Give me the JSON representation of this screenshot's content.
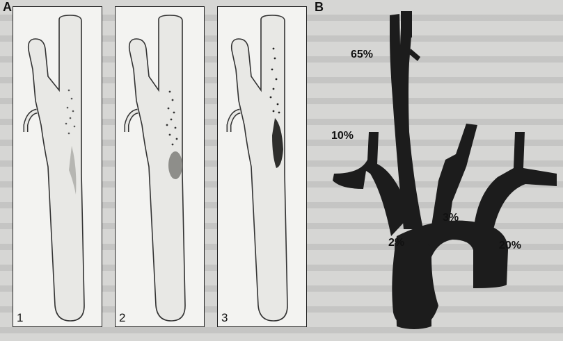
{
  "panel_a": {
    "letter": "A",
    "stages": [
      "1",
      "2",
      "3"
    ]
  },
  "panel_b": {
    "letter": "B",
    "percentages": [
      "65%",
      "10%",
      "3%",
      "2%",
      "20%"
    ]
  },
  "colors": {
    "vessel_fill": "#e8e8e5",
    "plaque": "#9a9a96",
    "plaque_dark": "#3a3a38",
    "aorta": "#1c1c1c"
  }
}
